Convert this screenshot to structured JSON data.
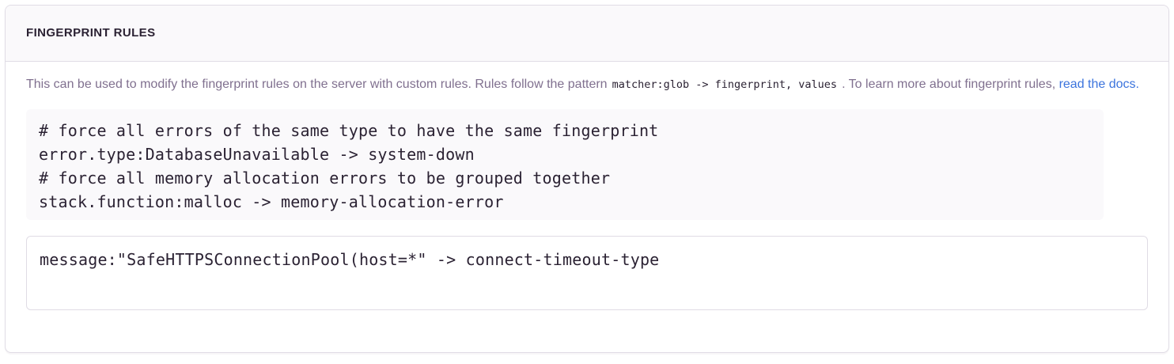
{
  "panel": {
    "title": "FINGERPRINT RULES",
    "description": {
      "text_before": "This can be used to modify the fingerprint rules on the server with custom rules. Rules follow the pattern",
      "pattern_code": "matcher:glob -> fingerprint, values",
      "text_middle": ". To learn more about fingerprint rules, ",
      "link_text": "read the docs."
    },
    "example_lines": [
      "# force all errors of the same type to have the same fingerprint",
      "error.type:DatabaseUnavailable -> system-down",
      "# force all memory allocation errors to be grouped together",
      "stack.function:malloc -> memory-allocation-error"
    ],
    "rules_textarea": {
      "value": "message:\"SafeHTTPSConnectionPool(host=*\" -> connect-timeout-type"
    },
    "colors": {
      "panel_border": "#E0DCE5",
      "header_bg": "#FAF9FB",
      "heading_text": "#2B2233",
      "body_text": "#80708F",
      "code_text": "#2B2233",
      "code_block_bg": "#FAF9FB",
      "link": "#3C74DD"
    }
  }
}
